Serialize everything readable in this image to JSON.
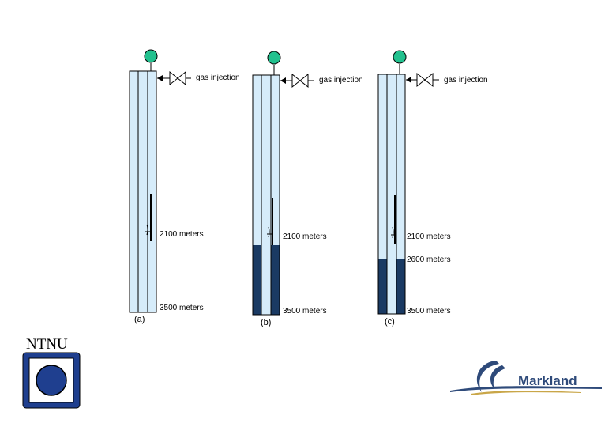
{
  "wells": [
    {
      "panel": "(a)",
      "injection": "gas injection",
      "depth_labels": [
        "2100 meters",
        "3500 meters"
      ],
      "liquid_level": null
    },
    {
      "panel": "(b)",
      "injection": "gas injection",
      "depth_labels": [
        "2100 meters",
        "3500 meters"
      ],
      "liquid_level": 0.73
    },
    {
      "panel": "(c)",
      "injection": "gas injection",
      "depth_labels": [
        "2100 meters",
        "2600 meters",
        "3500 meters"
      ],
      "liquid_level": 0.79
    }
  ],
  "logos": {
    "ntnu": "NTNU",
    "markland": "Markland"
  },
  "colors": {
    "annulus": "#d6ecfa",
    "liquid": "#1a3a63",
    "wellhead": "#22c18e",
    "ntnu_blue": "#1f3f8f",
    "markland_blue": "#2e4a7a"
  }
}
